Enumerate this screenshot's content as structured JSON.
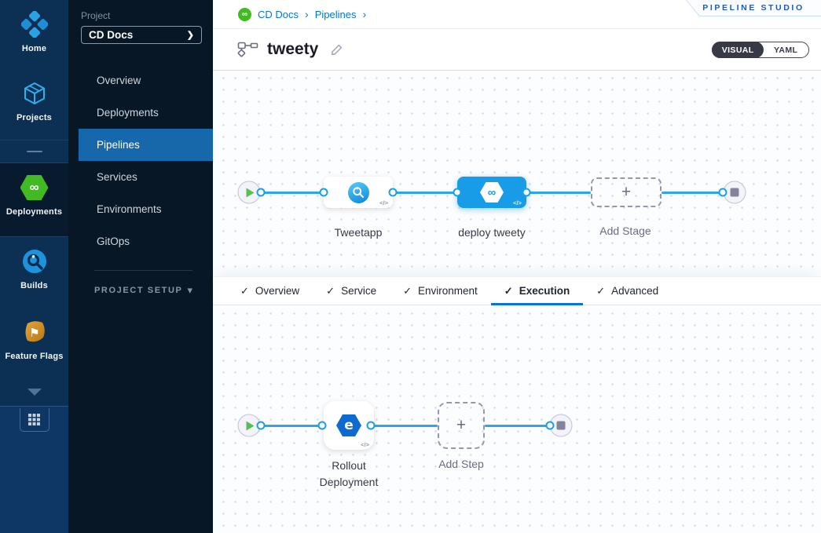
{
  "icons": {
    "check": "✓",
    "chevron_right": "❯",
    "chevron_down": "▾",
    "plus": "+",
    "code": "</>",
    "infinity": "∞",
    "flag": "⚑",
    "rollout_e": "e"
  },
  "left_rail": {
    "items": [
      {
        "label": "Home"
      },
      {
        "label": "Projects"
      },
      {
        "label": "Deployments",
        "active": true
      },
      {
        "label": "Builds"
      },
      {
        "label": "Feature Flags"
      }
    ]
  },
  "sidebar": {
    "project_label": "Project",
    "project_name": "CD Docs",
    "nav": [
      {
        "label": "Overview"
      },
      {
        "label": "Deployments"
      },
      {
        "label": "Pipelines",
        "active": true
      },
      {
        "label": "Services"
      },
      {
        "label": "Environments"
      },
      {
        "label": "GitOps"
      }
    ],
    "project_setup_label": "PROJECT SETUP"
  },
  "header": {
    "breadcrumb": {
      "crumbs": [
        "CD Docs",
        "Pipelines"
      ],
      "separator": "›"
    },
    "studio_badge": "PIPELINE STUDIO"
  },
  "titlebar": {
    "pipeline_name": "tweety",
    "visual_label": "VISUAL",
    "yaml_label": "YAML"
  },
  "tabs": [
    {
      "label": "Overview",
      "checked": true,
      "active": false
    },
    {
      "label": "Service",
      "checked": true,
      "active": false
    },
    {
      "label": "Environment",
      "checked": true,
      "active": false
    },
    {
      "label": "Execution",
      "checked": true,
      "active": true
    },
    {
      "label": "Advanced",
      "checked": true,
      "active": false
    }
  ],
  "stage_flow": {
    "stages": [
      {
        "label": "Tweetapp",
        "type": "build",
        "selected": false
      },
      {
        "label": "deploy tweety",
        "type": "deploy",
        "selected": true
      }
    ],
    "add_stage_label": "Add Stage"
  },
  "execution_flow": {
    "steps": [
      {
        "label": "Rollout Deployment",
        "type": "rollout"
      }
    ],
    "add_step_label": "Add Step"
  },
  "colors": {
    "accent": "#0278d5",
    "edge_line": "#2da5e9",
    "selected_stage": "#189ce8",
    "success_green": "#42ba24",
    "rail_bg": "#0b3054",
    "sidebar_bg": "#081726",
    "nav_active_bg": "#1768ab"
  }
}
